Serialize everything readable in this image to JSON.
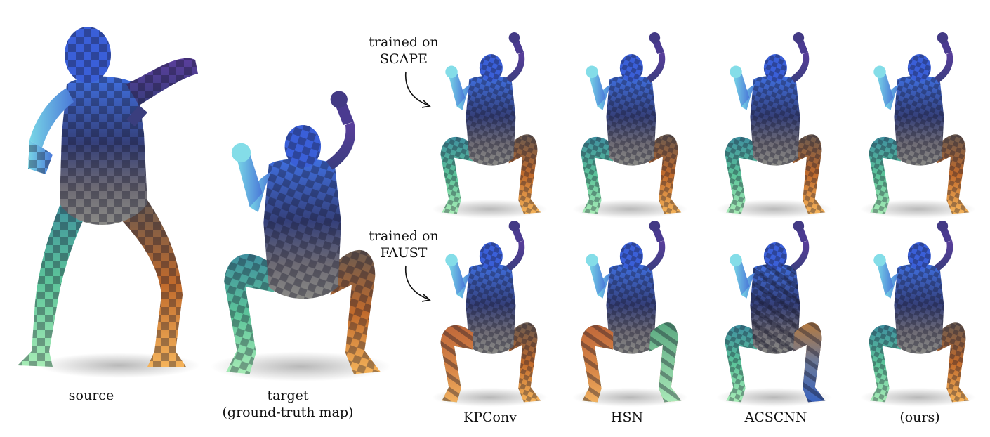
{
  "labels": {
    "source": "source",
    "target_line1": "target",
    "target_line2": "(ground-truth map)",
    "kpconv": "KPConv",
    "hsn": "HSN",
    "acscnn": "ACSCNN",
    "ours": "(ours)"
  },
  "row_labels": {
    "scape_line1": "trained on",
    "scape_line2": "SCAPE",
    "faust_line1": "trained on",
    "faust_line2": "FAUST"
  }
}
